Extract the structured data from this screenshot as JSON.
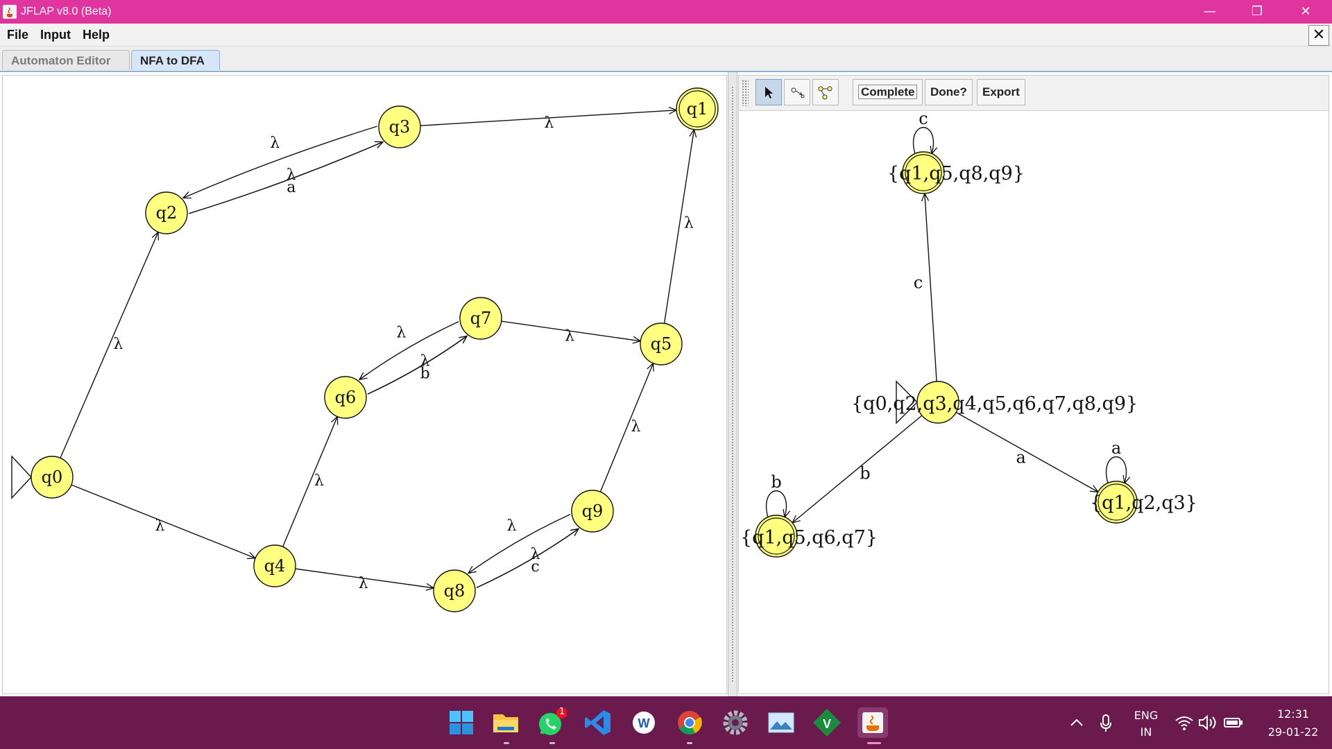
{
  "window": {
    "title": "JFLAP v8.0 (Beta)"
  },
  "menu": {
    "items": [
      "File",
      "Input",
      "Help"
    ]
  },
  "tabs": [
    {
      "label": "Automaton Editor"
    },
    {
      "label": "NFA to DFA"
    }
  ],
  "toolbar": {
    "buttons": [
      "Complete",
      "Done?",
      "Export"
    ]
  },
  "nfa": {
    "initial_state": "q0",
    "final_states": [
      "q1"
    ],
    "states": [
      "q0",
      "q1",
      "q2",
      "q3",
      "q4",
      "q5",
      "q6",
      "q7",
      "q8",
      "q9"
    ],
    "transitions": [
      {
        "from": "q0",
        "to": "q2",
        "label": "λ"
      },
      {
        "from": "q0",
        "to": "q4",
        "label": "λ"
      },
      {
        "from": "q2",
        "to": "q3",
        "label": "a"
      },
      {
        "from": "q2",
        "to": "q3",
        "label": "λ"
      },
      {
        "from": "q3",
        "to": "q2",
        "label": "λ"
      },
      {
        "from": "q3",
        "to": "q1",
        "label": "λ"
      },
      {
        "from": "q4",
        "to": "q6",
        "label": "λ"
      },
      {
        "from": "q4",
        "to": "q8",
        "label": "λ"
      },
      {
        "from": "q6",
        "to": "q7",
        "label": "b"
      },
      {
        "from": "q6",
        "to": "q7",
        "label": "λ"
      },
      {
        "from": "q7",
        "to": "q6",
        "label": "λ"
      },
      {
        "from": "q7",
        "to": "q5",
        "label": "λ"
      },
      {
        "from": "q8",
        "to": "q9",
        "label": "c"
      },
      {
        "from": "q8",
        "to": "q9",
        "label": "λ"
      },
      {
        "from": "q9",
        "to": "q8",
        "label": "λ"
      },
      {
        "from": "q9",
        "to": "q5",
        "label": "λ"
      },
      {
        "from": "q5",
        "to": "q1",
        "label": "λ"
      }
    ]
  },
  "dfa": {
    "states": [
      {
        "label": "{q0,q2,q3,q4,q5,q6,q7,q8,q9}",
        "initial": true,
        "final": false
      },
      {
        "label": "{q1,q5,q8,q9}",
        "initial": false,
        "final": true
      },
      {
        "label": "{q1,q2,q3}",
        "initial": false,
        "final": true
      },
      {
        "label": "{q1,q5,q6,q7}",
        "initial": false,
        "final": true
      }
    ],
    "transitions": [
      {
        "from": "{q0,q2,q3,q4,q5,q6,q7,q8,q9}",
        "to": "{q1,q5,q8,q9}",
        "label": "c"
      },
      {
        "from": "{q0,q2,q3,q4,q5,q6,q7,q8,q9}",
        "to": "{q1,q2,q3}",
        "label": "a"
      },
      {
        "from": "{q0,q2,q3,q4,q5,q6,q7,q8,q9}",
        "to": "{q1,q5,q6,q7}",
        "label": "b"
      },
      {
        "from": "{q1,q5,q8,q9}",
        "to": "{q1,q5,q8,q9}",
        "label": "c"
      },
      {
        "from": "{q1,q2,q3}",
        "to": "{q1,q2,q3}",
        "label": "a"
      },
      {
        "from": "{q1,q5,q6,q7}",
        "to": "{q1,q5,q6,q7}",
        "label": "b"
      }
    ]
  },
  "taskbar": {
    "apps": [
      "start-icon",
      "file-explorer-icon",
      "whatsapp-icon",
      "vscode-icon",
      "word-icon",
      "chrome-icon",
      "settings-icon",
      "photos-icon",
      "vim-icon",
      "java-icon"
    ],
    "whatsapp_badge": "1",
    "language": "ENG",
    "region": "IN",
    "time": "12:31",
    "date": "29-01-22"
  },
  "colors": {
    "titlebar": "#e0359e",
    "taskbar": "#6b1a4e",
    "state_fill": "#ffff80"
  }
}
